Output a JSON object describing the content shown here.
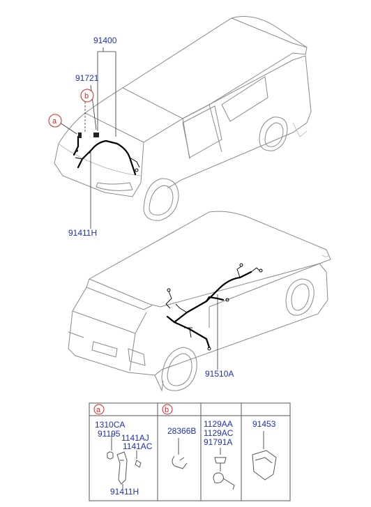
{
  "colors": {
    "label": "#1f2fbf",
    "callout": "#dd2222",
    "line": "#8a8a8a"
  },
  "labels": {
    "top_group": "91400",
    "front_wire": "91721",
    "front_harness": "91411H",
    "rear_harness": "91510A"
  },
  "callouts": {
    "a": "a",
    "b": "b"
  },
  "table": {
    "col_a": {
      "key": "a",
      "parts": [
        "1310CA",
        "91195",
        "1141AJ",
        "1141AC",
        "91411H"
      ]
    },
    "col_b": {
      "key": "b",
      "parts": [
        "28366B"
      ]
    },
    "col_c": {
      "parts": [
        "1129AA",
        "1129AC",
        "91791A"
      ]
    },
    "col_d": {
      "parts": [
        "91453"
      ]
    }
  }
}
